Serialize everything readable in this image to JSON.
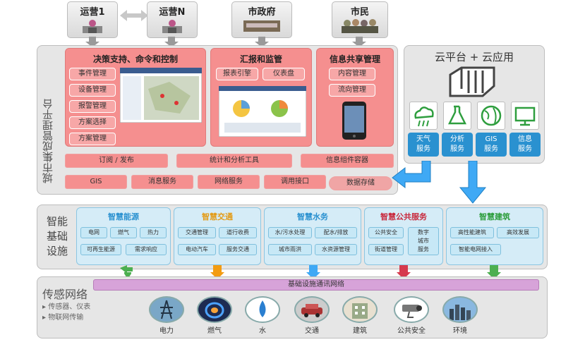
{
  "top": {
    "ops1": "运营1",
    "opsN": "运营N",
    "gov": "市政府",
    "citizen": "市民"
  },
  "platform": {
    "vertical_title": "城市集成管理平台",
    "decision": {
      "title": "决策支持、命令和控制",
      "items": [
        "事件管理",
        "设备管理",
        "报警管理",
        "方案选择",
        "方案管理"
      ]
    },
    "report": {
      "title": "汇报和监管",
      "items": [
        "报表引擎",
        "仪表盘"
      ]
    },
    "share": {
      "title": "信息共享管理",
      "items": [
        "内容管理",
        "流向管理"
      ]
    },
    "bars_row1": [
      "订阅 / 发布",
      "统计和分析工具",
      "信息组件容器"
    ],
    "bars_row2": [
      "GIS",
      "消息服务",
      "网络服务",
      "调用接口",
      "数据存储"
    ]
  },
  "cloud": {
    "title": "云平台 + 云应用",
    "services": [
      "天气\n服务",
      "分析\n服务",
      "GIS\n服务",
      "信息\n服务"
    ]
  },
  "infra": {
    "label": "智能\n基础\n设施",
    "energy": {
      "title": "智慧能源",
      "chips": [
        "电网",
        "燃气",
        "热力",
        "可再生能源",
        "需求响应"
      ]
    },
    "traffic": {
      "title": "智慧交通",
      "chips": [
        "交通管理",
        "道行收费",
        "电动汽车",
        "服务交通"
      ]
    },
    "water": {
      "title": "智慧水务",
      "chips": [
        "水/污水处理",
        "配水/排放",
        "城市雨洪",
        "水资源管理"
      ]
    },
    "public": {
      "title": "智慧公共服务",
      "chips": [
        "公共安全",
        "数字\n城市\n服务",
        "街道管理"
      ]
    },
    "building": {
      "title": "智慧建筑",
      "chips": [
        "高性能建筑",
        "高效发展",
        "智能电网接入"
      ]
    }
  },
  "network": {
    "title": "传感网络",
    "bullets": [
      "传感器、仪表",
      "物联网传输"
    ],
    "bus": "基础设施通讯网络",
    "items": [
      "电力",
      "燃气",
      "水",
      "交通",
      "建筑",
      "公共安全",
      "环境"
    ]
  },
  "colors": {
    "pink": "#f58f8f",
    "blue": "#2a91d0",
    "arrow_green": "#4caf50",
    "arrow_orange": "#f39c12",
    "arrow_blue": "#3fa9f5",
    "arrow_red": "#d63a4d",
    "bus_purple": "#d7a3d9"
  }
}
